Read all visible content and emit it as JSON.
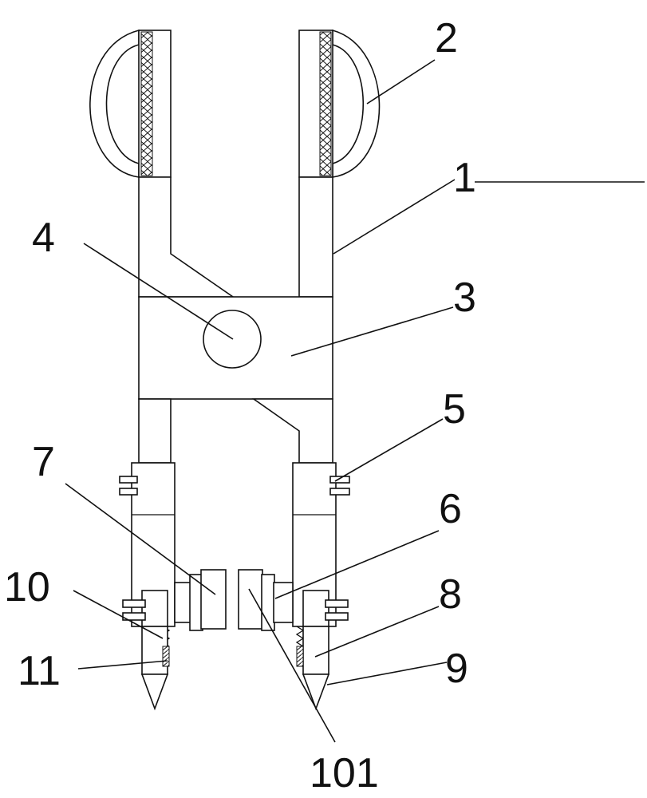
{
  "labels": {
    "l1": "1",
    "l2": "2",
    "l3": "3",
    "l4": "4",
    "l5": "5",
    "l6": "6",
    "l7": "7",
    "l8": "8",
    "l9": "9",
    "l10": "10",
    "l11": "11",
    "l101": "101"
  }
}
